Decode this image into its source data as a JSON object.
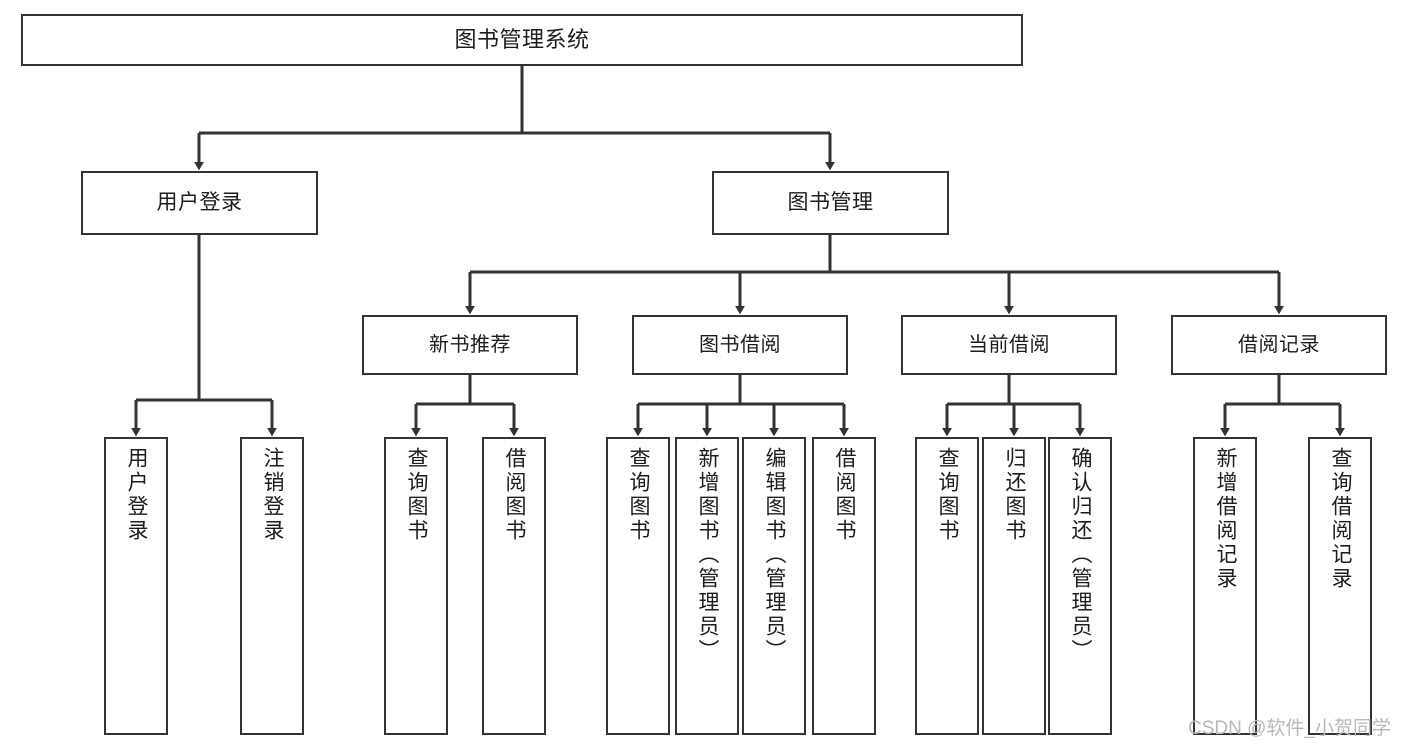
{
  "diagram": {
    "type": "tree",
    "title": "图书管理系统",
    "style": {
      "background": "#ffffff",
      "box_border": "#333333",
      "box_fill": "#ffffff",
      "text_color": "#1d1d1d",
      "connector_color": "#333333",
      "watermark_color": "#b9b9b9"
    },
    "root": {
      "label": "图书管理系统"
    },
    "branches": [
      {
        "label": "用户登录"
      },
      {
        "label": "图书管理"
      }
    ],
    "groups": [
      {
        "label": "新书推荐"
      },
      {
        "label": "图书借阅"
      },
      {
        "label": "当前借阅"
      },
      {
        "label": "借阅记录"
      }
    ],
    "leaves": {
      "user_login": [
        {
          "label": "用户登录"
        },
        {
          "label": "注销登录"
        }
      ],
      "new_book_recommend": [
        {
          "label": "查询图书"
        },
        {
          "label": "借阅图书"
        }
      ],
      "book_borrow": [
        {
          "label": "查询图书"
        },
        {
          "label": "新增图书（管理员）"
        },
        {
          "label": "编辑图书（管理员）"
        },
        {
          "label": "借阅图书"
        }
      ],
      "current_borrow": [
        {
          "label": "查询图书"
        },
        {
          "label": "归还图书"
        },
        {
          "label": "确认归还（管理员）"
        }
      ],
      "borrow_records": [
        {
          "label": "新增借阅记录"
        },
        {
          "label": "查询借阅记录"
        }
      ]
    }
  },
  "watermark": {
    "text": "CSDN @软件_小贺同学"
  }
}
